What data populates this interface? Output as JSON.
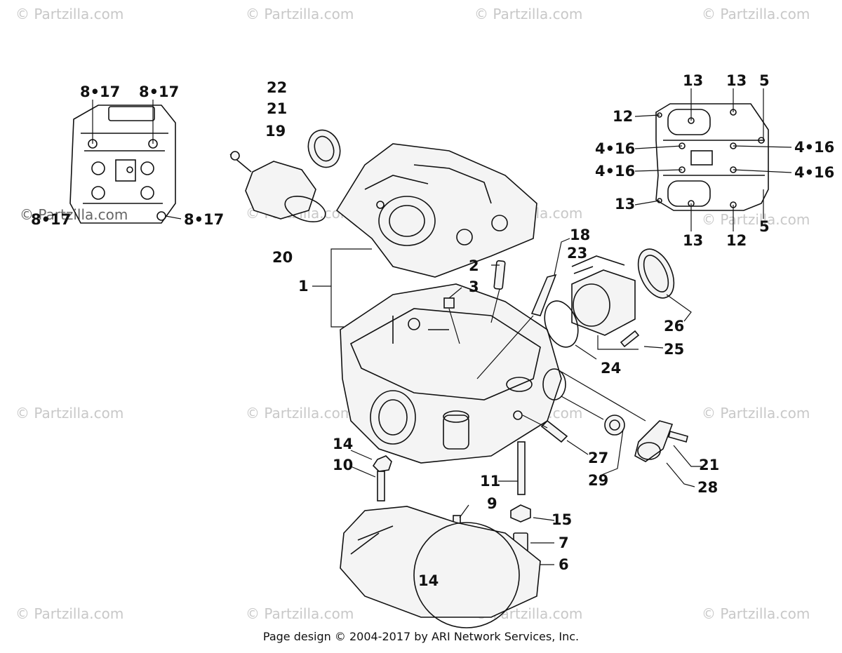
{
  "watermark_text": "© Partzilla.com",
  "footer_text": "Page design © 2004-2017 by ARI Network Services, Inc.",
  "inset_left_labels": {
    "top_left": "8•17",
    "top_right": "8•17",
    "bottom_left": "8•17",
    "bottom_right": "8•17"
  },
  "inset_right_labels": {
    "top_13a": "13",
    "top_13b": "13",
    "top_5": "5",
    "left_12": "12",
    "left_4_16_a": "4•16",
    "left_4_16_b": "4•16",
    "right_4_16_a": "4•16",
    "right_4_16_b": "4•16",
    "left_13": "13",
    "bottom_13": "13",
    "bottom_12": "12",
    "bottom_5": "5"
  },
  "callouts": {
    "c22": "22",
    "c21a": "21",
    "c19": "19",
    "c20": "20",
    "c1": "1",
    "c2": "2",
    "c3": "3",
    "c18": "18",
    "c23": "23",
    "c26": "26",
    "c25": "25",
    "c24": "24",
    "c14a": "14",
    "c10": "10",
    "c11": "11",
    "c27": "27",
    "c29": "29",
    "c21b": "21",
    "c28": "28",
    "c9": "9",
    "c15": "15",
    "c7": "7",
    "c6": "6",
    "c14b": "14"
  }
}
